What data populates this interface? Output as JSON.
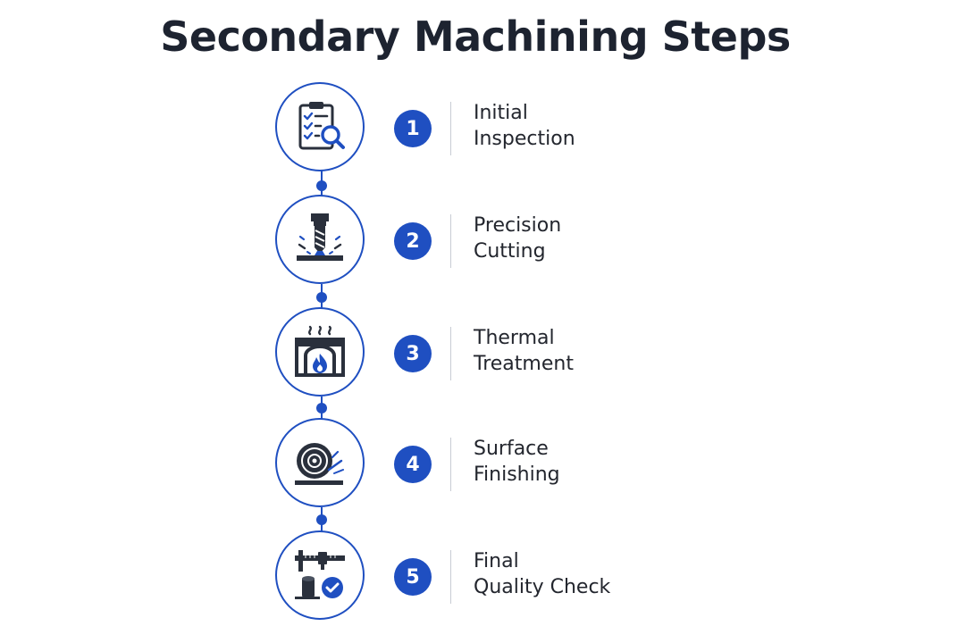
{
  "title": "Secondary Machining Steps",
  "colors": {
    "accent": "#1f4fc1",
    "icon": "#2a303c",
    "text": "#23262e"
  },
  "steps": [
    {
      "number": "1",
      "label_line1": "Initial",
      "label_line2": "Inspection",
      "icon": "clipboard-magnifier-icon"
    },
    {
      "number": "2",
      "label_line1": "Precision",
      "label_line2": "Cutting",
      "icon": "end-mill-cutter-icon"
    },
    {
      "number": "3",
      "label_line1": "Thermal",
      "label_line2": "Treatment",
      "icon": "furnace-flame-icon"
    },
    {
      "number": "4",
      "label_line1": "Surface",
      "label_line2": "Finishing",
      "icon": "grinding-wheel-icon"
    },
    {
      "number": "5",
      "label_line1": "Final",
      "label_line2": "Quality Check",
      "icon": "caliper-check-icon"
    }
  ]
}
